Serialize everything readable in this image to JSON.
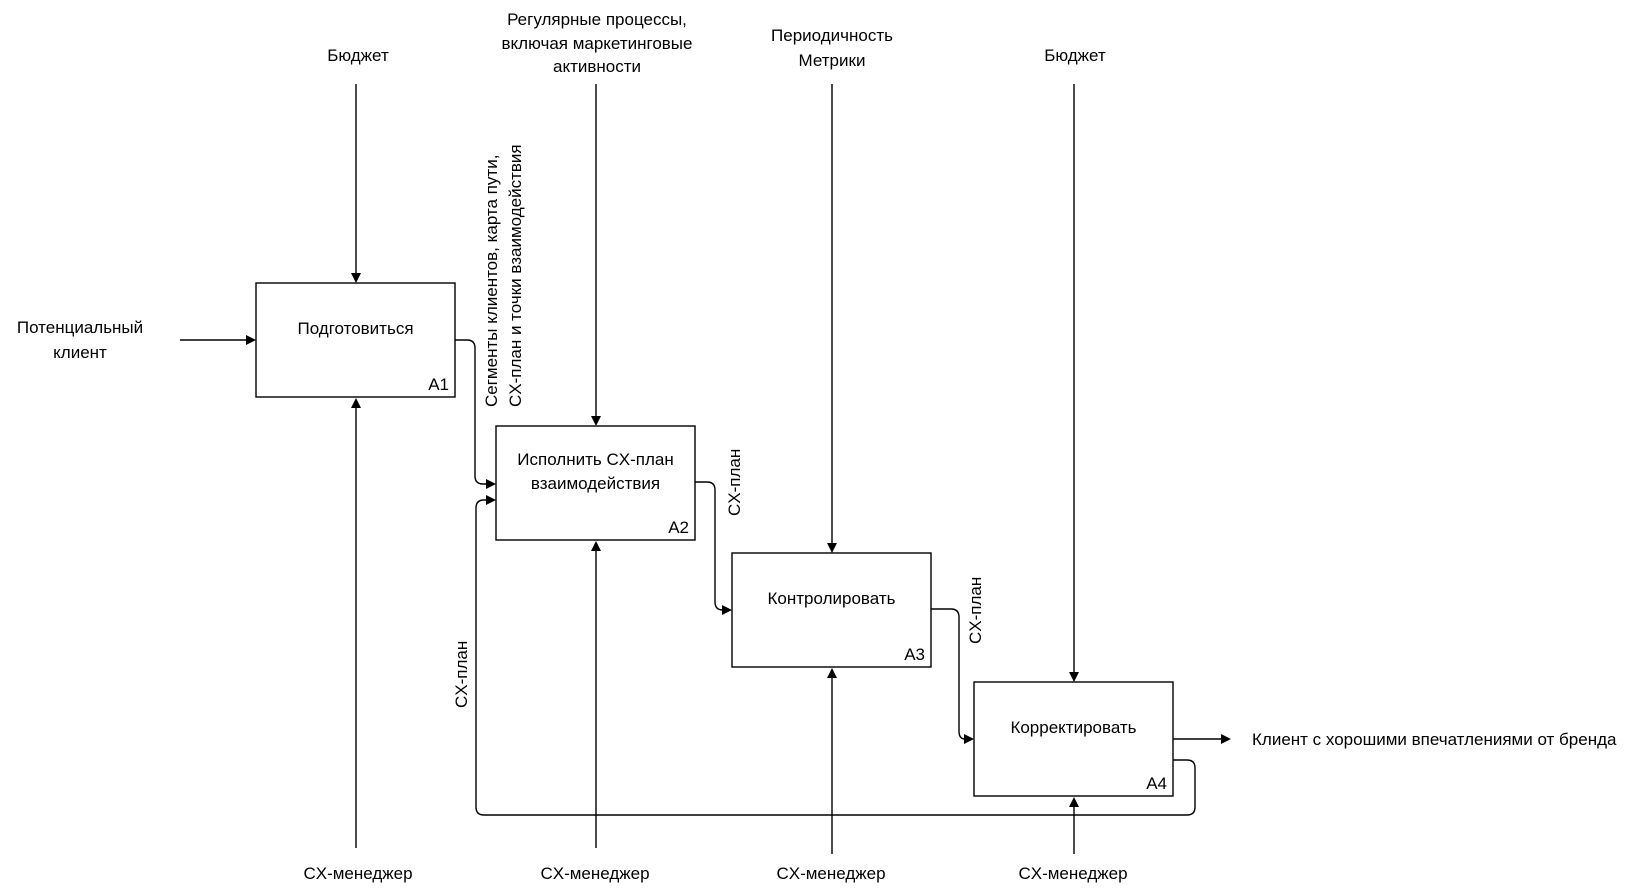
{
  "blocks": [
    {
      "title_lines": [
        "Подготовиться"
      ],
      "number": "A1"
    },
    {
      "title_lines": [
        "Исполнить CX-план",
        "взаимодействия"
      ],
      "number": "A2"
    },
    {
      "title_lines": [
        "Контролировать"
      ],
      "number": "A3"
    },
    {
      "title_lines": [
        "Корректировать"
      ],
      "number": "A4"
    }
  ],
  "controls": {
    "a1": [
      "Бюджет"
    ],
    "a2": [
      "Регулярные процессы,",
      "включая маркетинговые",
      "активности"
    ],
    "a3": [
      "Периодичность",
      "Метрики"
    ],
    "a4": [
      "Бюджет"
    ]
  },
  "mechanisms": {
    "a1": "CX-менеджер",
    "a2": "CX-менеджер",
    "a3": "CX-менеджер",
    "a4": "CX-менеджер"
  },
  "input": {
    "lines": [
      "Потенциальный",
      "клиент"
    ]
  },
  "output": {
    "label": "Клиент с хорошими впечатлениями от бренда"
  },
  "flows": {
    "a1_to_a2": [
      "Сегменты клиентов, карта пути,",
      "CX-план и точки взаимодействия"
    ],
    "a2_to_a3": "CX-план",
    "a3_to_a4": "CX-план",
    "feedback_a4_to_a2": "CX-план"
  }
}
